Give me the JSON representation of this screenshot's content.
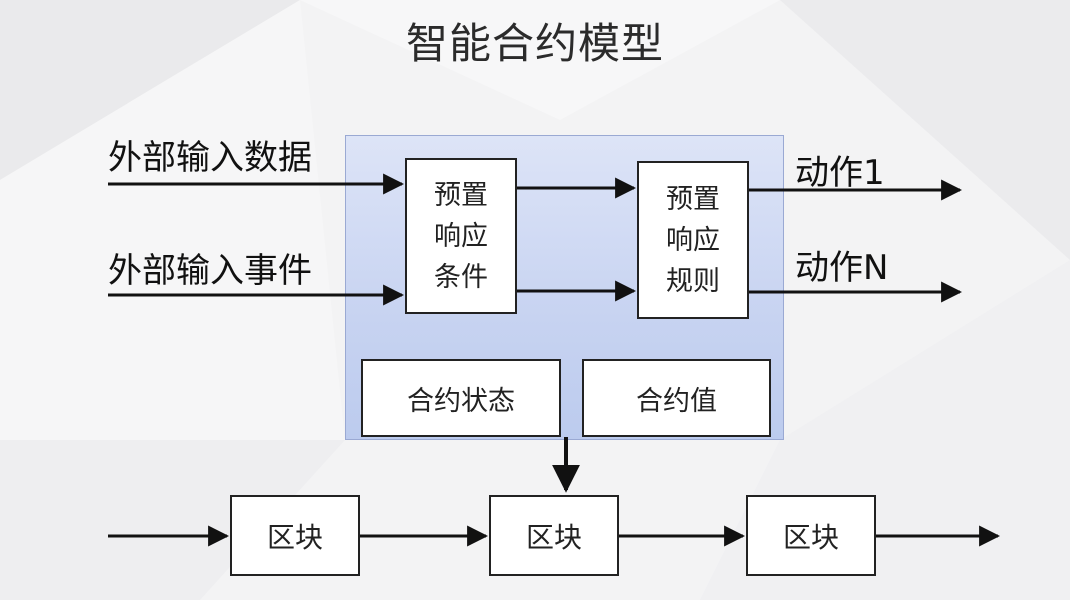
{
  "title": "智能合约模型",
  "inputs": {
    "data_label": "外部输入数据",
    "event_label": "外部输入事件"
  },
  "contract": {
    "condition_label": "预置\n响应\n条件",
    "rule_label": "预置\n响应\n规则",
    "state_label": "合约状态",
    "value_label": "合约值"
  },
  "actions": {
    "action_1": "动作1",
    "action_n": "动作N"
  },
  "blockchain": {
    "blocks": [
      "区块",
      "区块",
      "区块"
    ]
  },
  "colors": {
    "panel": "#c7d3f1",
    "box_border": "#222222",
    "arrow": "#111111"
  }
}
